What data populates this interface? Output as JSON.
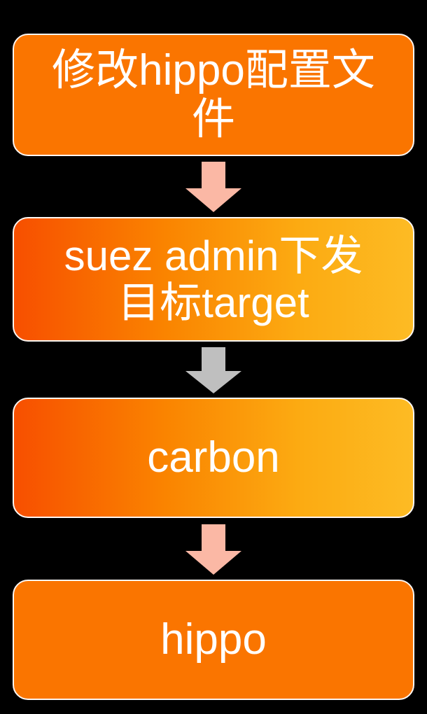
{
  "diagram": {
    "type": "flowchart",
    "orientation": "top-to-bottom",
    "background_color": "#000000",
    "text_color": "#ffffff",
    "nodes": [
      {
        "id": "node-1",
        "label": "修改hippo配置文\n件",
        "label_plain": "修改hippo配置文件",
        "shape": "rounded-rectangle",
        "fill": "solid",
        "fill_color": "#fa7500",
        "border_color": "#fdf6f2"
      },
      {
        "id": "node-2",
        "label": "suez admin下发\n目标target",
        "label_plain": "suez admin下发目标target",
        "shape": "rounded-rectangle",
        "fill": "gradient",
        "fill_color_start": "#f74f00",
        "fill_color_end": "#fdbb24",
        "border_color": "#fdf6f2"
      },
      {
        "id": "node-3",
        "label": "carbon",
        "label_plain": "carbon",
        "shape": "rounded-rectangle",
        "fill": "gradient",
        "fill_color_start": "#f74f00",
        "fill_color_end": "#fdbb24",
        "border_color": "#fdf6f2"
      },
      {
        "id": "node-4",
        "label": "hippo",
        "label_plain": "hippo",
        "shape": "rounded-rectangle",
        "fill": "solid",
        "fill_color": "#fa7500",
        "border_color": "#fdf6f2"
      }
    ],
    "connectors": [
      {
        "id": "arrow-1",
        "from": "node-1",
        "to": "node-2",
        "shape": "block-arrow-down",
        "color": "#fbb8a5"
      },
      {
        "id": "arrow-2",
        "from": "node-2",
        "to": "node-3",
        "shape": "block-arrow-down",
        "color": "#bfbfbf"
      },
      {
        "id": "arrow-3",
        "from": "node-3",
        "to": "node-4",
        "shape": "block-arrow-down",
        "color": "#fbb8a5"
      }
    ]
  }
}
